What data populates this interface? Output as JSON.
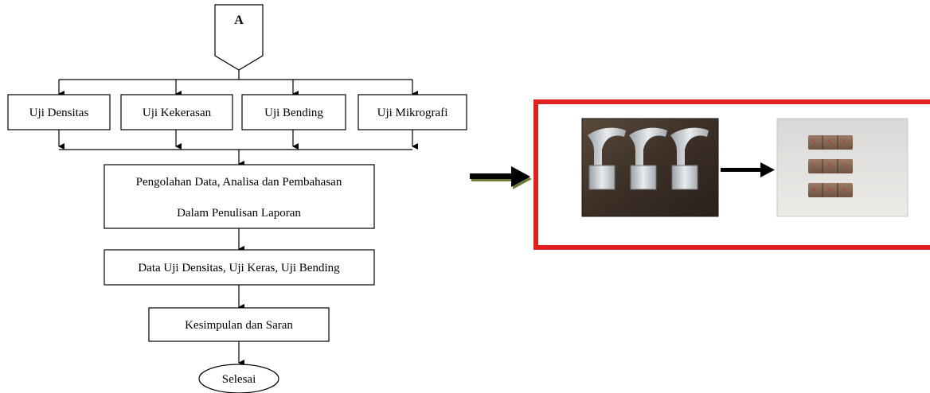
{
  "flowchart": {
    "connector_label": "A",
    "tests": [
      "Uji Densitas",
      "Uji Kekerasan",
      "Uji Bending",
      "Uji Mikrografi"
    ],
    "processing_line1": "Pengolahan Data, Analisa dan Pembahasan",
    "processing_line2": "Dalam Penulisan Laporan",
    "data_box": "Data Uji Densitas, Uji Keras, Uji Bending",
    "conclusion_box": "Kesimpulan dan Saran",
    "end_label": "Selesai"
  },
  "panel": {
    "border_color": "#e02020",
    "arrow_color": "#000000",
    "arrow_shadow_color": "#6b7d3a"
  }
}
